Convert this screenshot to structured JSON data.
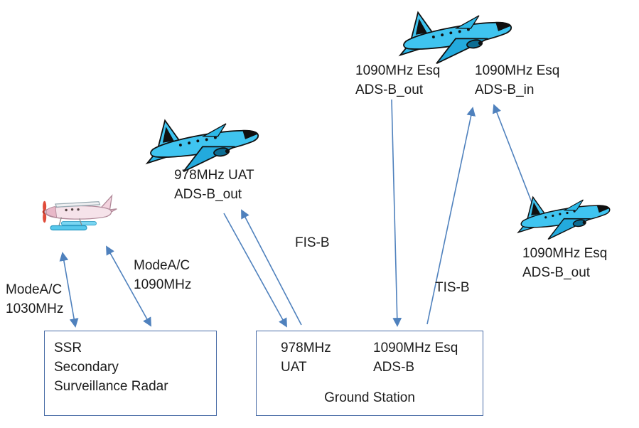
{
  "colors": {
    "arrow": "#4f81bd",
    "box_border": "#4a6da7",
    "text": "#1c1c1c",
    "jet_body": "#3fc4f0",
    "seaplane_float": "#57c8ec"
  },
  "icons": {
    "top_aircraft": "jet-airplane-icon",
    "mid_aircraft": "jet-airplane-icon",
    "right_aircraft": "jet-airplane-icon",
    "left_aircraft": "seaplane-icon"
  },
  "labels": {
    "top_out": "1090MHz Esq\nADS-B_out",
    "top_in": "1090MHz Esq\nADS-B_in",
    "uat_out": "978MHz UAT\nADS-B_out",
    "fisb": "FIS-B",
    "tisb": "TIS-B",
    "mode_ac_1090": "ModeA/C\n1090MHz",
    "mode_ac_1030": "ModeA/C\n1030MHz",
    "right_out": "1090MHz Esq\nADS-B_out"
  },
  "ssr_box": {
    "text": "SSR\nSecondary\nSurveillance Radar"
  },
  "ground_station": {
    "uat": "978MHz\nUAT",
    "es": "1090MHz Esq\nADS-B",
    "title": "Ground Station"
  }
}
